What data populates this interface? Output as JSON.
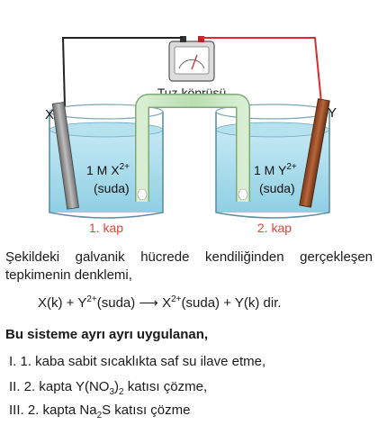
{
  "figure": {
    "bridge_label": "Tuz köprüsü",
    "electrode_left": "X",
    "electrode_right": "Y",
    "left_solution": {
      "line1_prefix": "1 M  X",
      "line1_sup": "2+",
      "line2": "(suda)"
    },
    "right_solution": {
      "line1_prefix": "1 M  Y",
      "line1_sup": "2+",
      "line2": "(suda)"
    },
    "left_beaker_label": "1. kap",
    "right_beaker_label": "2. kap",
    "colors": {
      "label_red": "#e8403a",
      "solution_blue": "#a9dcec",
      "wire_red": "#d92d2d",
      "bridge_green": "#c8e6c0"
    }
  },
  "question": {
    "intro": "Şekildeki galvanik hücrede kendiliğinden gerçekleşen tepkimenin denklemi,",
    "equation": {
      "p1": "X(k) + Y",
      "s1": "2+",
      "p2": "(suda)  ⟶  X",
      "s2": "2+",
      "p3": "(suda) + Y(k)  dir."
    },
    "prompt": "Bu sisteme ayrı ayrı uygulanan,",
    "items": [
      {
        "text": "I. 1. kaba sabit sıcaklıkta saf su ilave etme,"
      },
      {
        "pre": "II. 2. kapta Y(NO",
        "sub": "3",
        "post": ")",
        "sub2": "2",
        "tail": " katısı çözme,"
      },
      {
        "pre": "III. 2. kapta Na",
        "sub": "2",
        "post": "S katısı çözme"
      }
    ]
  }
}
